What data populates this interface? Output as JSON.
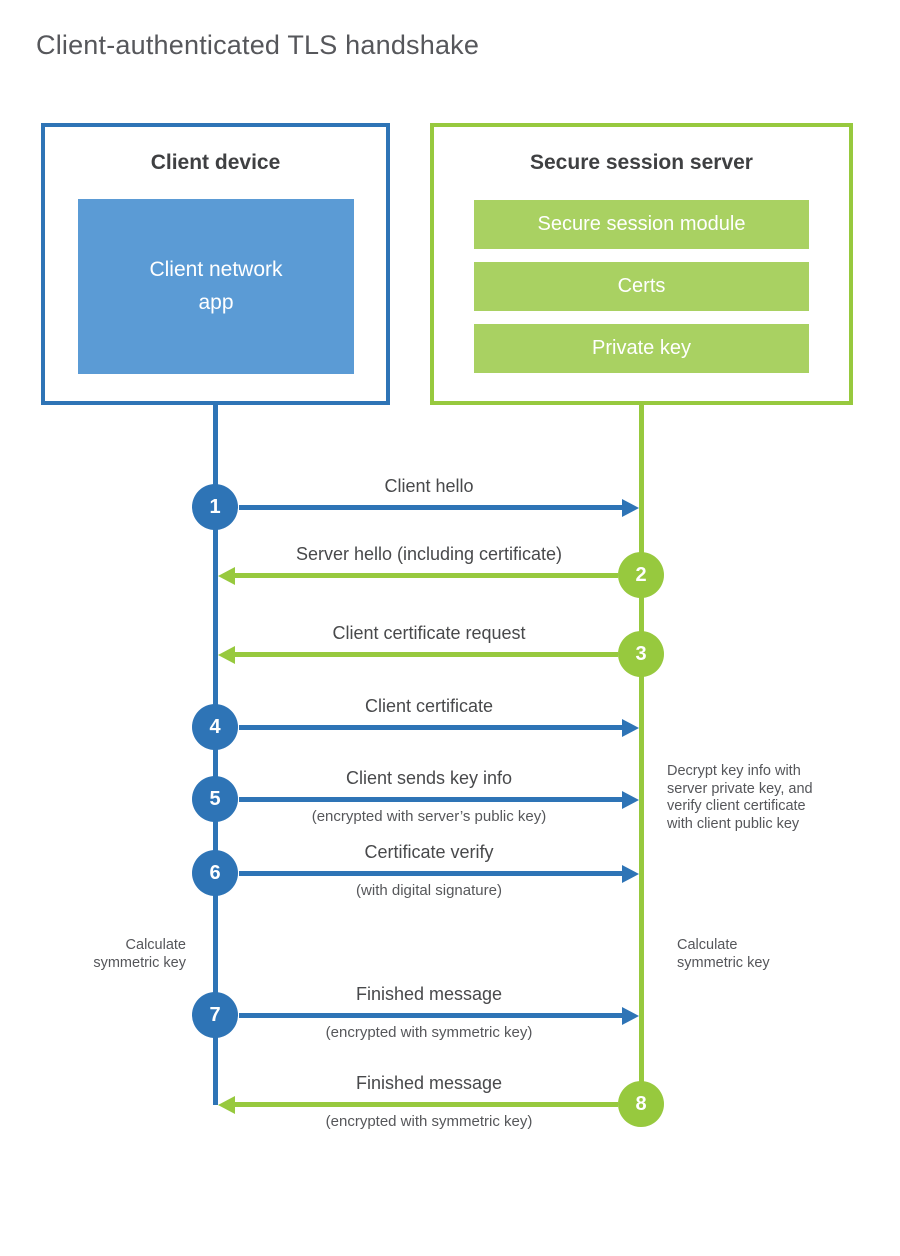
{
  "page": {
    "title": "Client-authenticated TLS handshake"
  },
  "client": {
    "title": "Client device",
    "app_lines": [
      "Client network",
      "app"
    ]
  },
  "server": {
    "title": "Secure session server",
    "modules": [
      "Secure session module",
      "Certs",
      "Private key"
    ]
  },
  "steps": [
    {
      "num": "1",
      "label": "Client hello",
      "sublabel": ""
    },
    {
      "num": "2",
      "label": "Server hello (including certificate)",
      "sublabel": ""
    },
    {
      "num": "3",
      "label": "Client certificate request",
      "sublabel": ""
    },
    {
      "num": "4",
      "label": "Client certificate",
      "sublabel": ""
    },
    {
      "num": "5",
      "label": "Client sends key info",
      "sublabel": "(encrypted with server’s public key)"
    },
    {
      "num": "6",
      "label": "Certificate verify",
      "sublabel": "(with digital signature)"
    },
    {
      "num": "7",
      "label": "Finished message",
      "sublabel": "(encrypted with symmetric key)"
    },
    {
      "num": "8",
      "label": "Finished message",
      "sublabel": "(encrypted with symmetric key)"
    }
  ],
  "annotations": {
    "decrypt_note_lines": [
      "Decrypt key info with",
      "server private key, and",
      "verify client certificate",
      "with client public key"
    ],
    "calc_left_lines": [
      "Calculate",
      "symmetric key"
    ],
    "calc_right_lines": [
      "Calculate",
      "symmetric key"
    ]
  },
  "colors": {
    "blue": "#2e74b6",
    "blue_light": "#5b9bd5",
    "green": "#97c93e",
    "green_light": "#a9d162"
  }
}
